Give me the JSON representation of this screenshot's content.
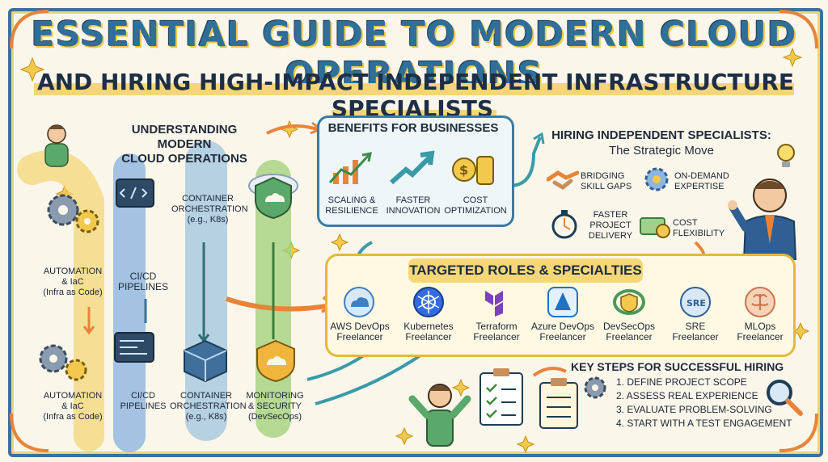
{
  "title": {
    "line1": "ESSENTIAL GUIDE TO MODERN CLOUD OPERATIONS",
    "line2": "AND HIRING HIGH-IMPACT INDEPENDENT INFRASTRUCTURE SPECIALISTS"
  },
  "understanding": {
    "heading": "UNDERSTANDING MODERN CLOUD OPERATIONS",
    "heading_line1": "UNDERSTANDING MODERN",
    "heading_line2": "CLOUD OPERATIONS",
    "automation_top_1": "AUTOMATION",
    "automation_top_2": "& IaC",
    "automation_top_3": "(Infra as Code)",
    "cicd_top_1": "CI/CD",
    "cicd_top_2": "PIPELINES",
    "container_top_1": "CONTAINER",
    "container_top_2": "ORCHESTRATION",
    "container_top_3": "(e.g., K8s)",
    "automation_bottom_1": "AUTOMATION",
    "automation_bottom_2": "& IaC",
    "automation_bottom_3": "(Infra as Code)",
    "cicd_bottom_1": "CI/CD",
    "cicd_bottom_2": "PIPELINES",
    "container_bottom_1": "CONTAINER",
    "container_bottom_2": "ORCHESTRATION",
    "container_bottom_3": "(e.g., K8s)",
    "monitoring_1": "MONITORING",
    "monitoring_2": "& SECURITY",
    "monitoring_3": "(DevSecOps)"
  },
  "benefits": {
    "heading": "BENEFITS FOR BUSINESSES",
    "items": [
      {
        "line1": "SCALING &",
        "line2": "RESILIENCE"
      },
      {
        "line1": "FASTER",
        "line2": "INNOVATION"
      },
      {
        "line1": "COST",
        "line2": "OPTIMIZATION"
      }
    ]
  },
  "hiring": {
    "heading_line1": "HIRING INDEPENDENT SPECIALISTS:",
    "heading_line2": "The Strategic Move",
    "items": [
      {
        "line1": "BRIDGING",
        "line2": "SKILL GAPS",
        "line3": ""
      },
      {
        "line1": "ON-DEMAND",
        "line2": "EXPERTISE",
        "line3": ""
      },
      {
        "line1": "FASTER",
        "line2": "PROJECT",
        "line3": "DELIVERY"
      },
      {
        "line1": "COST",
        "line2": "FLEXIBILITY",
        "line3": ""
      }
    ]
  },
  "roles": {
    "heading": "TARGETED ROLES & SPECIALTIES",
    "items": [
      {
        "line1": "AWS DevOps",
        "line2": "Freelancer",
        "icon": "cloud-icon",
        "color": "#3d7fc4"
      },
      {
        "line1": "Kubernetes",
        "line2": "Freelancer",
        "icon": "kubernetes-icon",
        "color": "#326ce5"
      },
      {
        "line1": "Terraform",
        "line2": "Freelancer",
        "icon": "terraform-icon",
        "color": "#7b42bc"
      },
      {
        "line1": "Azure DevOps",
        "line2": "Freelancer",
        "icon": "azure-icon",
        "color": "#1f72c6"
      },
      {
        "line1": "DevSecOps",
        "line2": "Freelancer",
        "icon": "devsecops-icon",
        "color": "#4a9a5a"
      },
      {
        "line1": "SRE",
        "line2": "Freelancer",
        "icon": "sre-icon",
        "color": "#2f5f93",
        "badge": "SRE"
      },
      {
        "line1": "MLOps",
        "line2": "Freelancer",
        "icon": "brain-icon",
        "color": "#c8754a"
      }
    ]
  },
  "steps": {
    "heading": "KEY STEPS FOR SUCCESSFUL HIRING",
    "items": [
      "1. DEFINE PROJECT SCOPE",
      "2. ASSESS REAL EXPERIENCE",
      "3. EVALUATE PROBLEM-SOLVING",
      "4. START WITH A TEST ENGAGEMENT"
    ]
  },
  "colors": {
    "accent_blue": "#3a7ca5",
    "accent_yellow": "#f2c94c",
    "accent_orange": "#e8843a",
    "accent_green": "#7fbf5c"
  }
}
